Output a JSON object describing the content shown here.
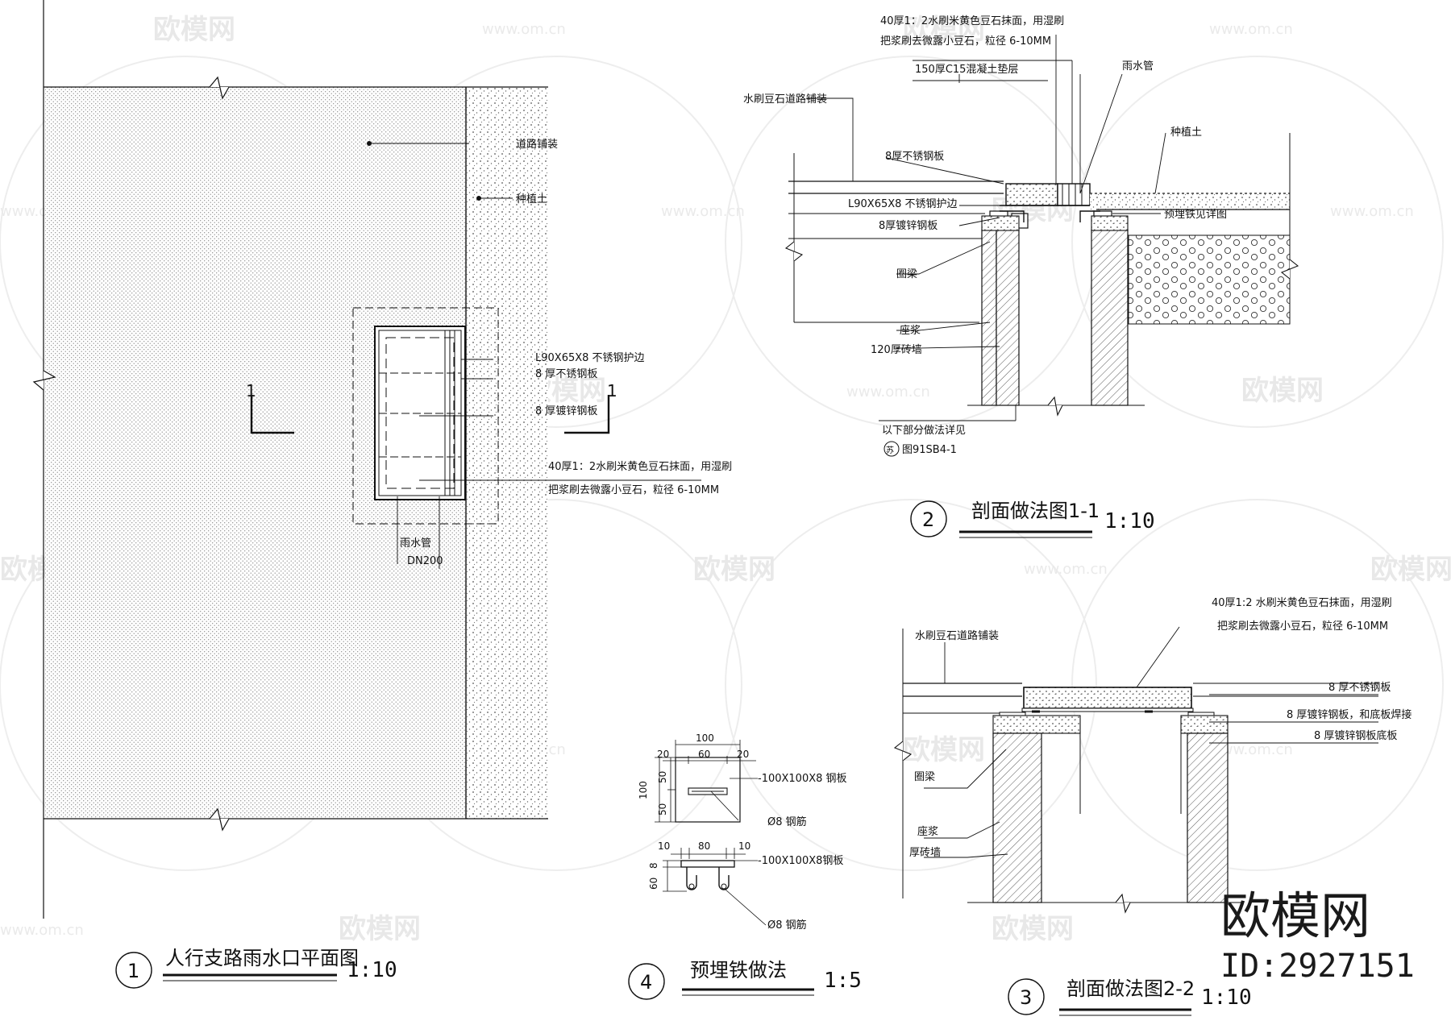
{
  "watermark": {
    "text": "欧模网",
    "url": "www.om.cn"
  },
  "brand": {
    "name": "欧模网",
    "id": "ID:2927151"
  },
  "plan": {
    "number": "1",
    "title": "人行支路雨水口平面图",
    "scale": "1:10",
    "section_mark": "1",
    "labels": {
      "paving": "道路铺装",
      "soil": "种植土",
      "angle": "L90X65X8  不锈钢护边",
      "ss_plate": "8 厚不锈钢板",
      "galv_plate": "8 厚镀锌钢板",
      "finish_line1": "40厚1：2水刷米黄色豆石抹面，用湿刷",
      "finish_line2": "把浆刷去微露小豆石，粒径  6-10MM",
      "pipe": "雨水管",
      "dn": "DN200"
    }
  },
  "section1": {
    "number": "2",
    "title": "剖面做法图1-1",
    "scale": "1:10",
    "labels": {
      "finish_line1": "40厚1：2水刷米黄色豆石抹面，用湿刷",
      "finish_line2": "把浆刷去微露小豆石，粒径  6-10MM",
      "concrete": "150厚C15混凝土垫层",
      "pipe": "雨水管",
      "paving": "水刷豆石道路铺装",
      "soil": "种植土",
      "ss_plate": "8厚不锈钢板",
      "angle": "L90X65X8  不锈钢护边",
      "galv_plate": "8厚镀锌钢板",
      "embed": "预埋铁见详图",
      "ring_beam": "圈梁",
      "mortar": "座浆",
      "brick": "120厚砖墙",
      "below1": "以下部分做法详见",
      "ref_circle": "苏",
      "below2": "图91SB4-1"
    }
  },
  "section2": {
    "number": "3",
    "title": "剖面做法图2-2",
    "scale": "1:10",
    "labels": {
      "finish_line1": "40厚1:2  水刷米黄色豆石抹面，用湿刷",
      "finish_line2": "把浆刷去微露小豆石，粒径  6-10MM",
      "paving": "水刷豆石道路铺装",
      "ss_plate": "8  厚不锈钢板",
      "galv_weld": "8 厚镀锌钢板，和底板焊接",
      "galv_base": "8 厚镀锌钢板底板",
      "ring_beam": "圈梁",
      "mortar": "座浆",
      "brick": "厚砖墙"
    }
  },
  "detail4": {
    "number": "4",
    "title": "预埋铁做法",
    "scale": "1:5",
    "labels": {
      "dim_100": "100",
      "dim_20a": "20",
      "dim_60": "60",
      "dim_20b": "20",
      "dim_v100": "100",
      "dim_v50a": "50",
      "dim_v50b": "50",
      "plate_top": "-100X100X8  钢板",
      "rebar_top": "Ø8 钢筋",
      "dim_10a": "10",
      "dim_80": "80",
      "dim_10b": "10",
      "dim_v8": "8",
      "dim_v60": "60",
      "plate_bot": "-100X100X8钢板",
      "rebar_bot": "Ø8 钢筋"
    }
  }
}
